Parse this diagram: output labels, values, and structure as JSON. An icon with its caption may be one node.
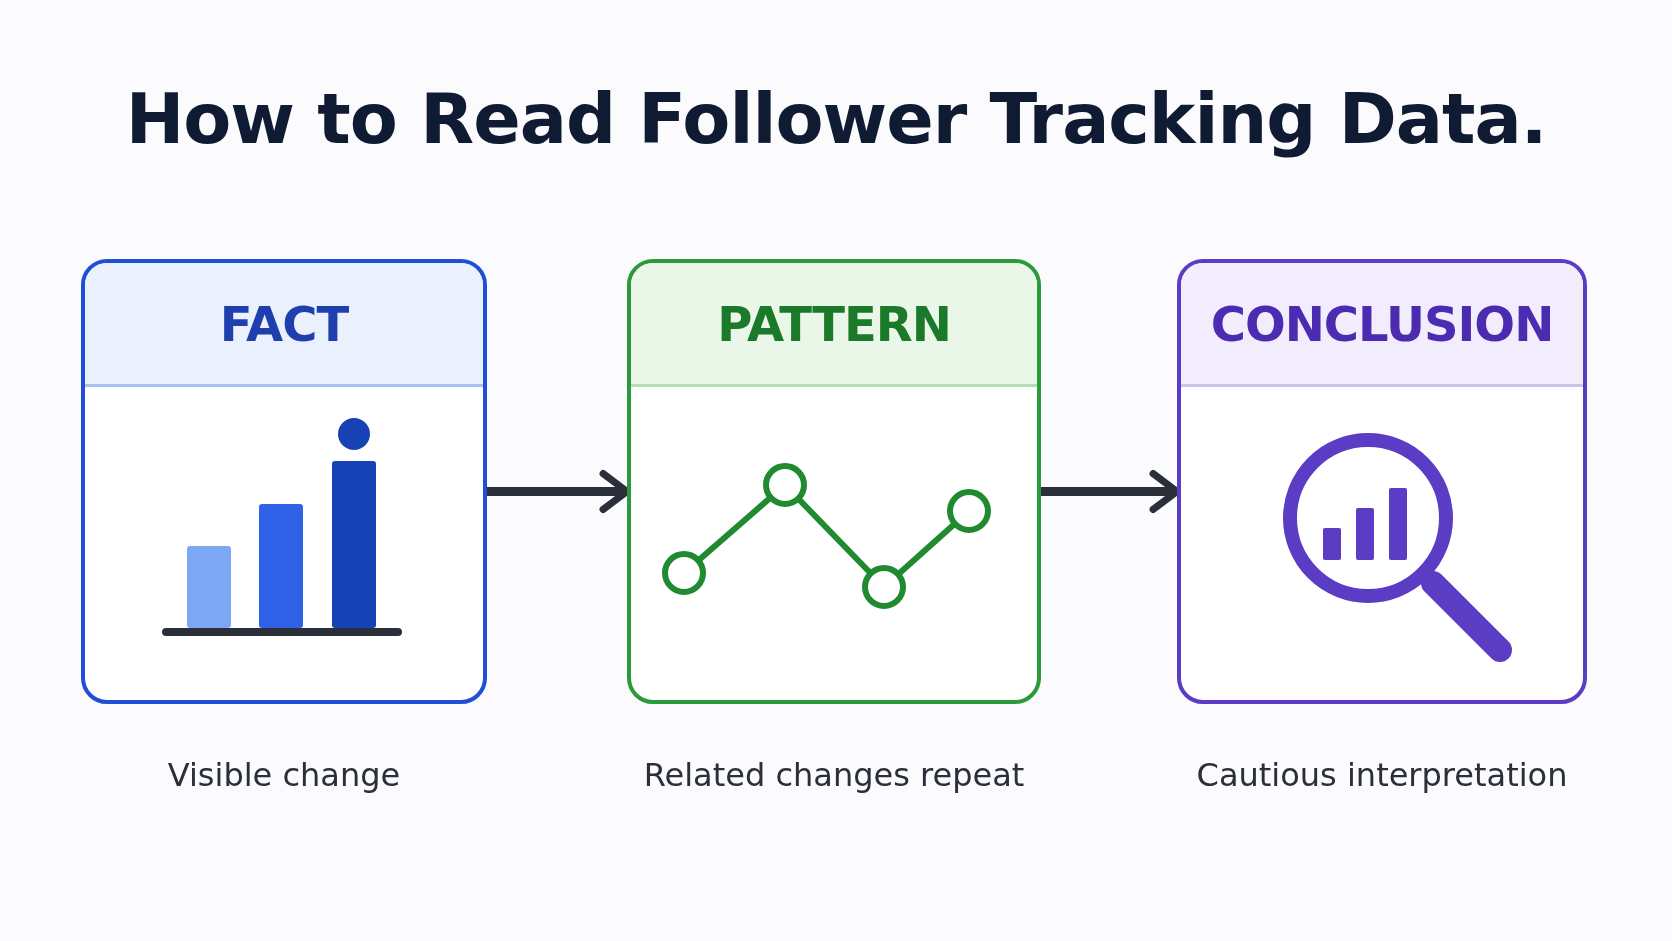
{
  "diagram": {
    "title": "How to Read Follower Tracking Data.",
    "nodes": [
      {
        "text": [
          "FACT"
        ],
        "beside": [
          "Visible change"
        ]
      },
      {
        "text": [
          "PATTERN"
        ],
        "beside": [
          "Related changes repeat"
        ]
      },
      {
        "text": [
          "CONCLUSION"
        ],
        "beside": [
          "Cautious interpretation"
        ]
      }
    ],
    "edges": [
      {
        "from": 0,
        "to": 1,
        "arrow": "to"
      },
      {
        "from": 1,
        "to": 2,
        "arrow": "to"
      }
    ]
  }
}
